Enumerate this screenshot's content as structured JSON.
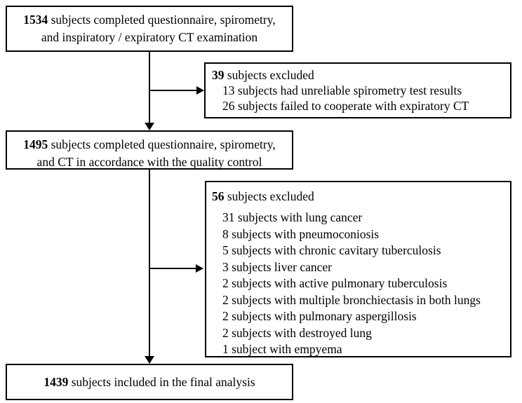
{
  "colors": {
    "background": "#ffffff",
    "border": "#000000",
    "text": "#000000"
  },
  "flow": {
    "box_initial": {
      "count": "1534",
      "text_after_count": " subjects completed questionnaire, spirometry,",
      "line2": "and inspiratory / expiratory CT examination"
    },
    "box_exclusion1": {
      "count": "39",
      "title_after_count": " subjects excluded",
      "items": [
        "13 subjects had unreliable spirometry test results",
        "26 subjects failed to cooperate with expiratory CT"
      ]
    },
    "box_quality": {
      "count": "1495",
      "text_after_count": " subjects completed questionnaire, spirometry,",
      "line2": "and CT in accordance with the quality control"
    },
    "box_exclusion2": {
      "count": "56",
      "title_after_count": " subjects excluded",
      "items": [
        "31 subjects with lung cancer",
        "8 subjects with pneumoconiosis",
        "5 subjects with chronic cavitary tuberculosis",
        "3 subjects liver cancer",
        "2 subjects with active pulmonary tuberculosis",
        "2 subjects with multiple bronchiectasis in both lungs",
        "2 subjects with pulmonary aspergillosis",
        "2 subjects with destroyed lung",
        "1 subject with empyema"
      ]
    },
    "box_final": {
      "count": "1439",
      "text_after_count": " subjects included in the final analysis"
    }
  }
}
